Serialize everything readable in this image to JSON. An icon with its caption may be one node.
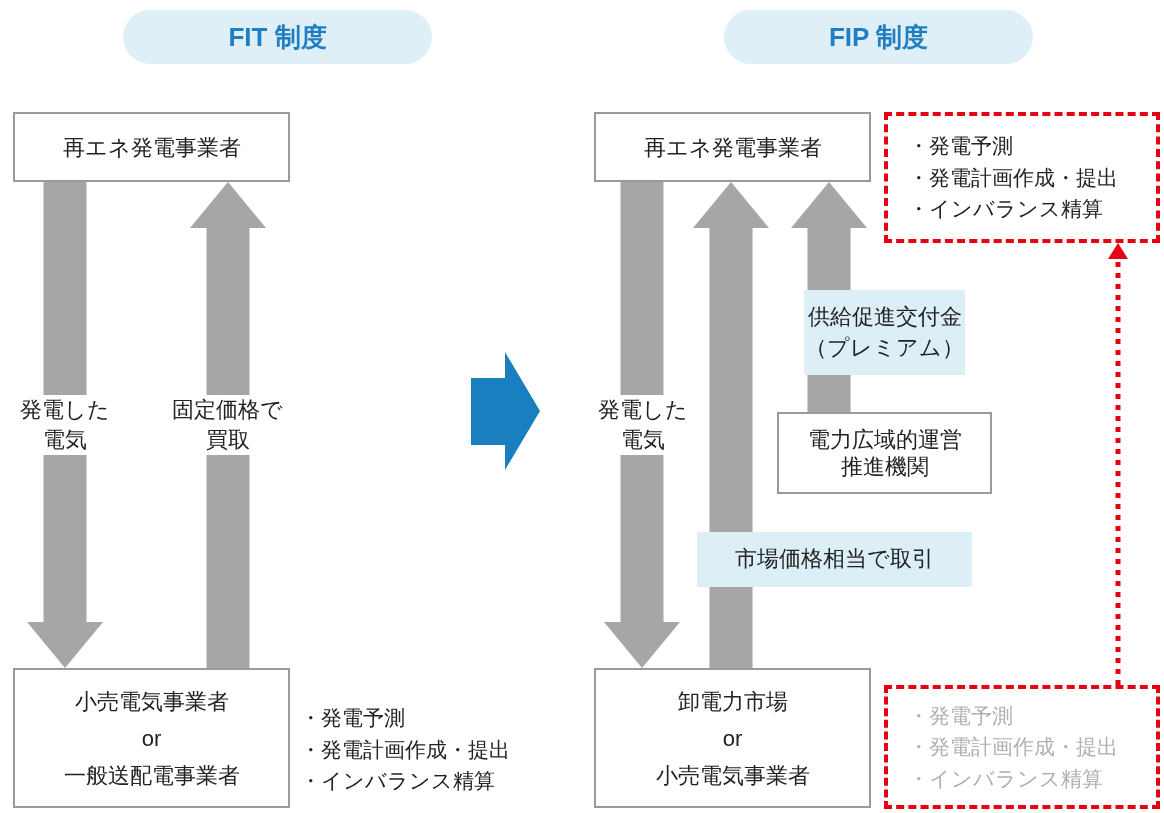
{
  "diagram": {
    "nodes": [
      {
        "text": [
          "FIT 制度"
        ]
      },
      {
        "text": [
          "FIP 制度"
        ]
      },
      {
        "text": [
          "再エネ発電事業者"
        ]
      },
      {
        "text": [
          "小売電気事業者",
          "or",
          "一般送配電事業者"
        ]
      },
      {
        "text": [
          "再エネ発電事業者"
        ]
      },
      {
        "text": [
          "卸電力市場",
          "or",
          "小売電気事業者"
        ]
      },
      {
        "text": [
          "電力広域的運営推進機関"
        ]
      },
      {
        "text": [
          "・発電予測",
          "・発電計画作成・提出",
          "・インバランス精算"
        ]
      },
      {
        "text": [
          "・発電予測",
          "・発電計画作成・提出",
          "・インバランス精算"
        ]
      }
    ],
    "edges": [
      {
        "from": 2,
        "to": 3,
        "arrow": "to",
        "label": "発電した電気"
      },
      {
        "from": 3,
        "to": 2,
        "arrow": "to",
        "label": "固定価格で買取"
      },
      {
        "from": 4,
        "to": 5,
        "arrow": "to",
        "label": "発電した電気"
      },
      {
        "from": 5,
        "to": 4,
        "arrow": "to",
        "label": "市場価格相当で取引"
      },
      {
        "from": 6,
        "to": 4,
        "arrow": "to",
        "label": "供給促進交付金（プレミアム）"
      },
      {
        "from": 8,
        "to": 7,
        "arrow": "to",
        "style": "dashed",
        "color": "#e60012"
      }
    ],
    "labels": [
      "・発電予測",
      "・発電計画作成・提出",
      "・インバランス精算"
    ]
  }
}
